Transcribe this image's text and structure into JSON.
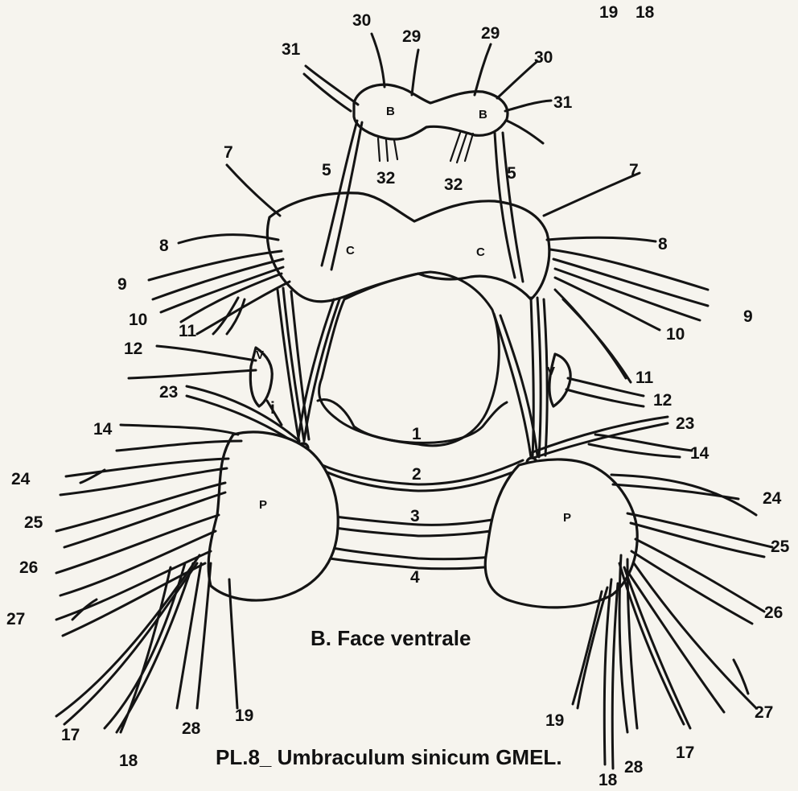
{
  "caption_view": "B. Face ventrale",
  "caption_plate": "PL.8_ Umbraculum sinicum GMEL.",
  "ganglia": {
    "buccal": "B",
    "cerebral": "C",
    "visceral": "V",
    "pedal": "P"
  },
  "labels": {
    "n1": "1",
    "n2": "2",
    "n3": "3",
    "n4": "4",
    "n5": "5",
    "n7": "7",
    "n8": "8",
    "n9": "9",
    "n10": "10",
    "n11": "11",
    "n12": "12",
    "n14": "14",
    "n17": "17",
    "n18": "18",
    "n19": "19",
    "n23": "23",
    "n24": "24",
    "n25": "25",
    "n26": "26",
    "n27": "27",
    "n28": "28",
    "n29": "29",
    "n30": "30",
    "n31": "31",
    "n32": "32",
    "n_i": "i"
  }
}
